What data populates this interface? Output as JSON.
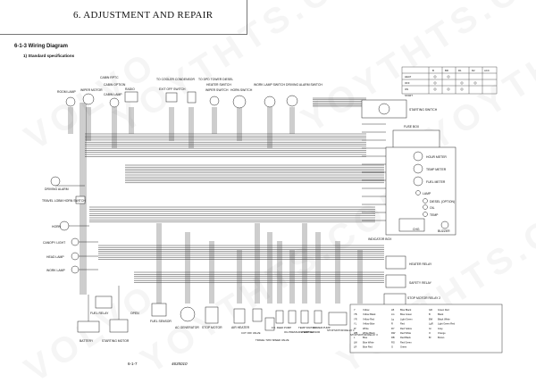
{
  "header": {
    "chapter_title": "6. ADJUSTMENT AND REPAIR"
  },
  "section": {
    "title": "6-1-3  Wiring Diagram",
    "subtitle": "1)  Standard specifications"
  },
  "footer": {
    "page_number": "6-1-7",
    "doc_code": "4635010"
  },
  "watermarks": [
    "VOLVO",
    "YOYTHTS.COM",
    "YOYTHTS.COM",
    "YOYTHTS",
    "VOLVO",
    "YOYTHTS.COM",
    "YOYTHTS.COM"
  ],
  "top_labels": {
    "cabin_rptc": "CABIN RPTC",
    "cabin_option": "CABIN OPTION",
    "radio": "RADIO",
    "wiper_motor": "WIPER MOTOR",
    "room_lamp": "ROOM LAMP",
    "cabin_lamp": "CABIN LAMP",
    "to_cooler_condensor": "TO COOLER CONDENSOR",
    "exit_off_switch": "EXIT OFF SWITCH",
    "to_dpd_tower_diesel": "TO DPD TOWER DIESEL",
    "heater_switch": "HEATER SWITCH",
    "wiper_switch": "WIPER SWITCH",
    "horn_switch": "HORN SWITCH",
    "work_lamp_switch": "WORK LAMP SWITCH",
    "driving_alarm_switch": "DRIVING ALARM SWITCH"
  },
  "key_switch_table": {
    "columns": [
      "B",
      "BR",
      "R1",
      "R2",
      "ACC"
    ],
    "rows": [
      "HEAT",
      "OFF",
      "ON",
      "START"
    ]
  },
  "right_labels": {
    "starting_switch": "STARTING SWITCH",
    "fuse_box": "FUSE BOX",
    "hour_meter": "HOUR METER",
    "temp_meter": "TEMP METER",
    "fuel_meter": "FUEL METER",
    "lamp": "LAMP",
    "diesel_option": "DIESEL (OPTION)",
    "oil": "OIL",
    "temp": "TEMP",
    "chg": "CHG",
    "buzzer": "BUZZER",
    "indicator_box": "INDICATOR BOX",
    "heater_relay": "HEATER RELAY",
    "safety_relay": "SAFETY RELAY",
    "stop_motor_relay": "STOP MOTOR RELAY 2"
  },
  "left_labels": {
    "driving_alarm": "DRIVING ALARM",
    "travel_horn_switch": "TRAVEL LOBM HORN SWITCH",
    "horn": "HORN",
    "canopy_light": "CANOPY LIGHT",
    "head_lamp": "HEAD LAMP",
    "work_lamp": "WORK LAMP",
    "fuel_relay": "FUEL RELAY",
    "battery": "BATTERY",
    "starting_motor": "STARTING MOTOR",
    "open": "OPEN"
  },
  "bottom_labels": {
    "fuel_sensor": "FUEL SENSOR",
    "ac_generator": "AC GENERATOR",
    "stop_motor": "STOP MOTOR",
    "air_heater": "AIR HEATER",
    "cut_off_valve": "CUT OFF VALVE",
    "travel_two_speed_valve": "TRAVEL TWO SPEED VALVE",
    "fuel_pump": "F.U. FEED PUMP",
    "oil_pressure_switch": "OIL PRESSURE SWITCH",
    "temp_switch": "TEMP SWITCH",
    "temp_sensor": "TEMP SENSOR",
    "primer_pump": "PRIMER PUMP",
    "stop_motor_relay1": "STOP MOTOR RELAY 1",
    "stop_motor_relay3": "STOP MOTOR RELAY 3"
  },
  "color_legend": [
    {
      "code": "Y",
      "name": "Yellow"
    },
    {
      "code": "YB",
      "name": "Yellow Black"
    },
    {
      "code": "YR",
      "name": "Yellow Red"
    },
    {
      "code": "YL",
      "name": "Yellow Blue"
    },
    {
      "code": "W",
      "name": "White"
    },
    {
      "code": "WB",
      "name": "White Black"
    },
    {
      "code": "L",
      "name": "Blue"
    },
    {
      "code": "LW",
      "name": "Blue White"
    },
    {
      "code": "LR",
      "name": "Blue Red"
    },
    {
      "code": "LB",
      "name": "Blue Black"
    },
    {
      "code": "LG",
      "name": "Blue Green"
    },
    {
      "code": "Lg",
      "name": "Light Green"
    },
    {
      "code": "R",
      "name": "Red"
    },
    {
      "code": "RY",
      "name": "Red Yellow"
    },
    {
      "code": "RW",
      "name": "Red White"
    },
    {
      "code": "RB",
      "name": "Red Black"
    },
    {
      "code": "RG",
      "name": "Red Green"
    },
    {
      "code": "G",
      "name": "Green"
    },
    {
      "code": "GR",
      "name": "Green Red"
    },
    {
      "code": "B",
      "name": "Black"
    },
    {
      "code": "BW",
      "name": "Black White"
    },
    {
      "code": "LgR",
      "name": "Light Green Red"
    },
    {
      "code": "Gr",
      "name": "Gray"
    },
    {
      "code": "O",
      "name": "Orange"
    },
    {
      "code": "Br",
      "name": "Brown"
    }
  ]
}
